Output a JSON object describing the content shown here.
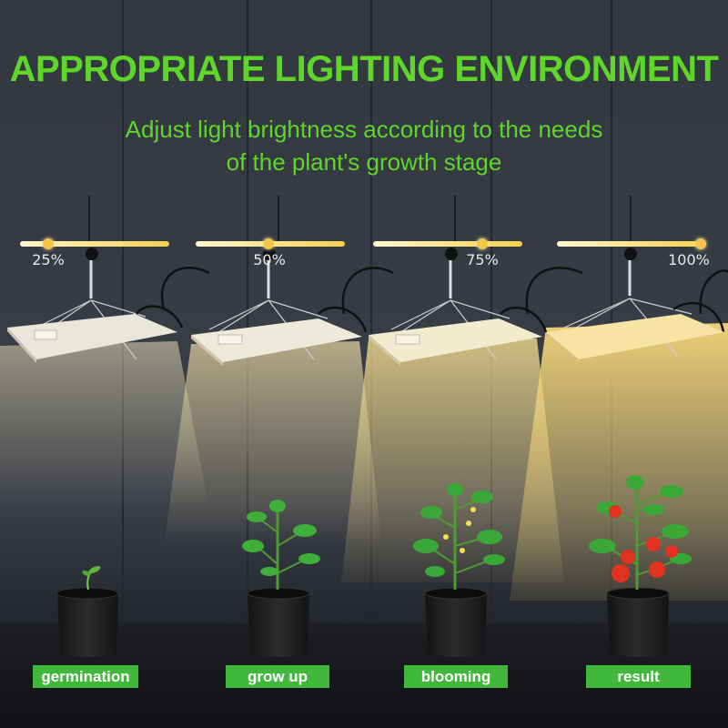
{
  "title": "APPROPRIATE LIGHTING ENVIRONMENT",
  "subtitle_line1": "Adjust light brightness according to the needs",
  "subtitle_line2": "of the plant's growth stage",
  "colors": {
    "accent_green": "#5fd62a",
    "stage_label_bg": "#41b83c",
    "slider_track": "#f6d24a",
    "background": "#2d3139"
  },
  "stages": [
    {
      "brightness_label": "25%",
      "brightness": 0.25,
      "stage": "germination"
    },
    {
      "brightness_label": "50%",
      "brightness": 0.5,
      "stage": "grow up"
    },
    {
      "brightness_label": "75%",
      "brightness": 0.75,
      "stage": "blooming"
    },
    {
      "brightness_label": "100%",
      "brightness": 1.0,
      "stage": "result"
    }
  ]
}
